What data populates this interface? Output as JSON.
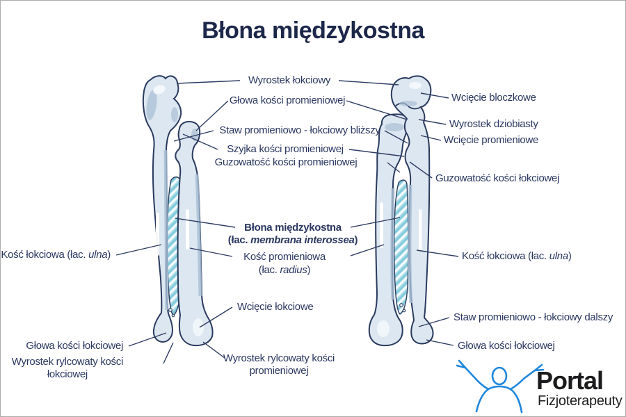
{
  "title": "Błona międzykostna",
  "colors": {
    "title_text": "#1c2749",
    "label_text": "#2a3760",
    "leader_line": "#2e3c62",
    "bone_fill": "#dde7f1",
    "bone_shadow": "#a9bfd4",
    "bone_outline": "#2a3a5e",
    "membrane_teal": "#7cc8da",
    "membrane_light": "#a8dbe7",
    "logo_blue": "#1f86dd",
    "logo_text": "#1c1c1e",
    "border": "#ababab"
  },
  "labels": {
    "center": {
      "wyrostek_lokciowy": "Wyrostek łokciowy",
      "glowa_kosci_promieniowej": "Głowa kości promieniowej",
      "staw_blizszy": "Staw promieniowo - łokciowy bliższy",
      "szyjka": "Szyjka kości promieniowej",
      "guzowatosc_promieniowej": "Guzowatość kości promieniowej",
      "blona": "Błona międzykostna",
      "blona_lat_pre": "(łac. ",
      "blona_lat_it": "membrana interossea",
      "blona_lat_post": ")",
      "kosc_promieniowa": "Kość promieniowa",
      "radius_lat_pre": "(łac. ",
      "radius_lat_it": "radius",
      "radius_lat_post": ")",
      "wciecie_lokciowe": "Wcięcie łokciowe",
      "wyrostek_rylcowaty_prom_1": "Wyrostek rylcowaty kości",
      "wyrostek_rylcowaty_prom_2": "promieniowej"
    },
    "left": {
      "kosc_lokciowa_pre": "Kość łokciowa (łac. ",
      "kosc_lokciowa_it": "ulna",
      "kosc_lokciowa_post": ")",
      "glowa_lokciowej": "Głowa kości łokciowej",
      "wyrostek_rylcowaty_lok_1": "Wyrostek rylcowaty kości",
      "wyrostek_rylcowaty_lok_2": "łokciowej"
    },
    "right": {
      "wciecie_bloczkowe": "Wcięcie bloczkowe",
      "wyrostek_dziobiasty": "Wyrostek dziobiasty",
      "wciecie_promieniowe": "Wcięcie promieniowe",
      "guzowatosc_lokciowej": "Guzowatość kości łokciowej",
      "kosc_lokciowa_pre": "Kość łokciowa (łac. ",
      "kosc_lokciowa_it": "ulna",
      "kosc_lokciowa_post": ")",
      "staw_dalszy": "Staw promieniowo - łokciowy dalszy",
      "glowa_lokciowej": "Głowa kości łokciowej"
    }
  },
  "logo": {
    "name": "Portal",
    "tagline": "Fizjoterapeuty"
  }
}
